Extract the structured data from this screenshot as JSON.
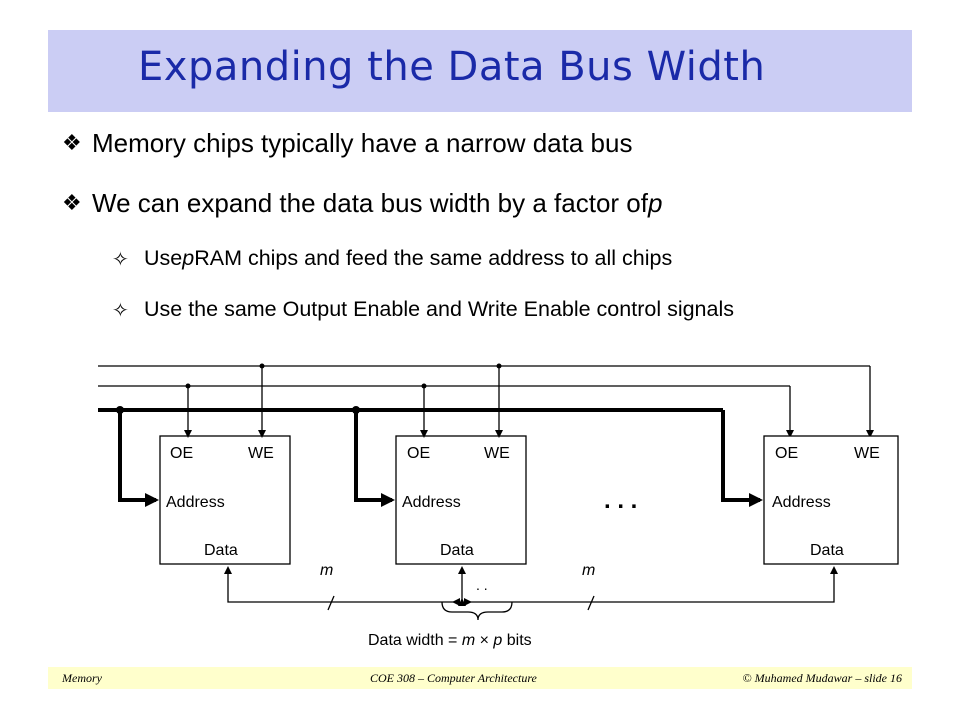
{
  "title": "Expanding the Data Bus Width",
  "bullets": [
    {
      "text": "Memory chips typically have a narrow data bus"
    },
    {
      "text_before": "We can expand the data bus width by a factor of ",
      "italic": "p",
      "text_after": ""
    }
  ],
  "sub_bullets": [
    {
      "text_before": "Use ",
      "italic": "p",
      "text_after": " RAM chips and feed the same address to all chips"
    },
    {
      "text": "Use the same Output Enable and Write Enable control signals"
    }
  ],
  "icons": {
    "bullet": "diamond-four-icon",
    "sub_bullet": "four-point-star-icon"
  },
  "chips": [
    {
      "oe": "OE",
      "we": "WE",
      "address": "Address",
      "data": "Data"
    },
    {
      "oe": "OE",
      "we": "WE",
      "address": "Address",
      "data": "Data"
    },
    {
      "oe": "OE",
      "we": "WE",
      "address": "Address",
      "data": "Data"
    }
  ],
  "ellipsis": ". . .",
  "bus_label_m": "m",
  "data_dots": ". .",
  "data_width": {
    "prefix": "Data width = ",
    "m": "m",
    "times": " × ",
    "p": "p",
    "suffix": " bits"
  },
  "footer": {
    "left": "Memory",
    "center": "COE 308 – Computer Architecture",
    "right": "© Muhamed Mudawar – slide 16"
  }
}
